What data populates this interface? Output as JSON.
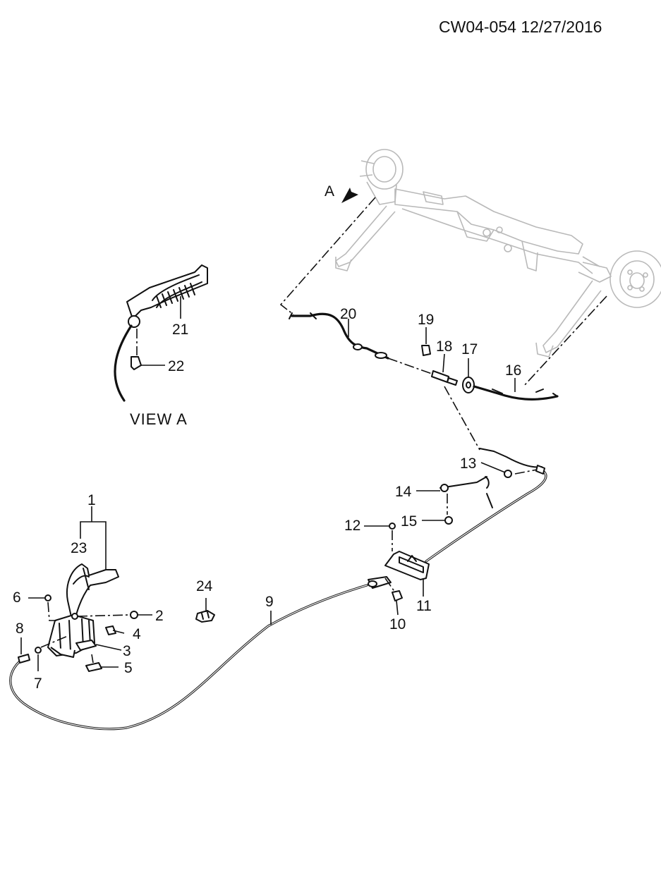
{
  "header": {
    "code": "CW04-054 12/27/2016"
  },
  "view_label": "VIEW  A",
  "arrow_label": "A",
  "callouts": {
    "c1": "1",
    "c2": "2",
    "c3": "3",
    "c4": "4",
    "c5": "5",
    "c6": "6",
    "c7": "7",
    "c8": "8",
    "c9": "9",
    "c10": "10",
    "c11": "11",
    "c12": "12",
    "c13": "13",
    "c14": "14",
    "c15": "15",
    "c16": "16",
    "c17": "17",
    "c18": "18",
    "c19": "19",
    "c20": "20",
    "c21": "21",
    "c22": "22",
    "c23": "23",
    "c24": "24"
  }
}
